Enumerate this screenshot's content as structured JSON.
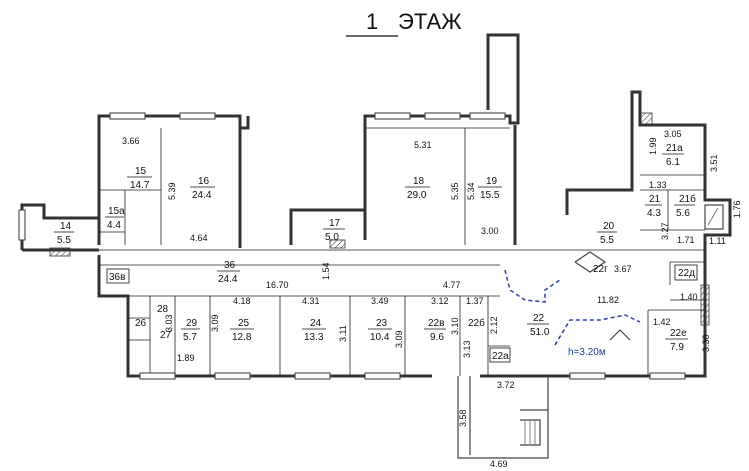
{
  "title": {
    "number": "1",
    "text": "ЭТАЖ"
  },
  "height_note": "h=3.20м",
  "rooms": [
    {
      "id": "15",
      "area": "14.7"
    },
    {
      "id": "16",
      "area": "24.4"
    },
    {
      "id": "15а",
      "area": "4.4"
    },
    {
      "id": "14",
      "area": "5.5"
    },
    {
      "id": "18",
      "area": "29.0"
    },
    {
      "id": "19",
      "area": "15.5"
    },
    {
      "id": "17",
      "area": "5.0"
    },
    {
      "id": "21а",
      "area": "6.1"
    },
    {
      "id": "21",
      "area": "4.3"
    },
    {
      "id": "21б",
      "area": "5.6"
    },
    {
      "id": "20",
      "area": "5.5"
    },
    {
      "id": "36",
      "area": "24.4"
    },
    {
      "id": "36в",
      "area": ""
    },
    {
      "id": "22г",
      "area": ""
    },
    {
      "id": "22д",
      "area": ""
    },
    {
      "id": "22",
      "area": "51.0"
    },
    {
      "id": "28",
      "area": ""
    },
    {
      "id": "26",
      "area": ""
    },
    {
      "id": "27",
      "area": ""
    },
    {
      "id": "29",
      "area": "5.7"
    },
    {
      "id": "25",
      "area": "12.8"
    },
    {
      "id": "24",
      "area": "13.3"
    },
    {
      "id": "23",
      "area": "10.4"
    },
    {
      "id": "22в",
      "area": "9.6"
    },
    {
      "id": "22б",
      "area": ""
    },
    {
      "id": "22а",
      "area": ""
    },
    {
      "id": "22е",
      "area": "7.9"
    }
  ],
  "dimensions": [
    "3.66",
    "5.39",
    "5.31",
    "5.35",
    "5.34",
    "1.99",
    "3.05",
    "3.51",
    "1.76",
    "1.11",
    "1.33",
    "3.27",
    "1.71",
    "4.64",
    "3.00",
    "16.70",
    "1.54",
    "4.77",
    "3.67",
    "11.82",
    "1.40",
    "4.18",
    "4.31",
    "3.49",
    "3.12",
    "1.37",
    "2.12",
    "1.42",
    "3.03",
    "3.09",
    "3.11",
    "3.09",
    "3.10",
    "3.13",
    "3.30",
    "1.89",
    "3.72",
    "3.58",
    "4.69"
  ]
}
